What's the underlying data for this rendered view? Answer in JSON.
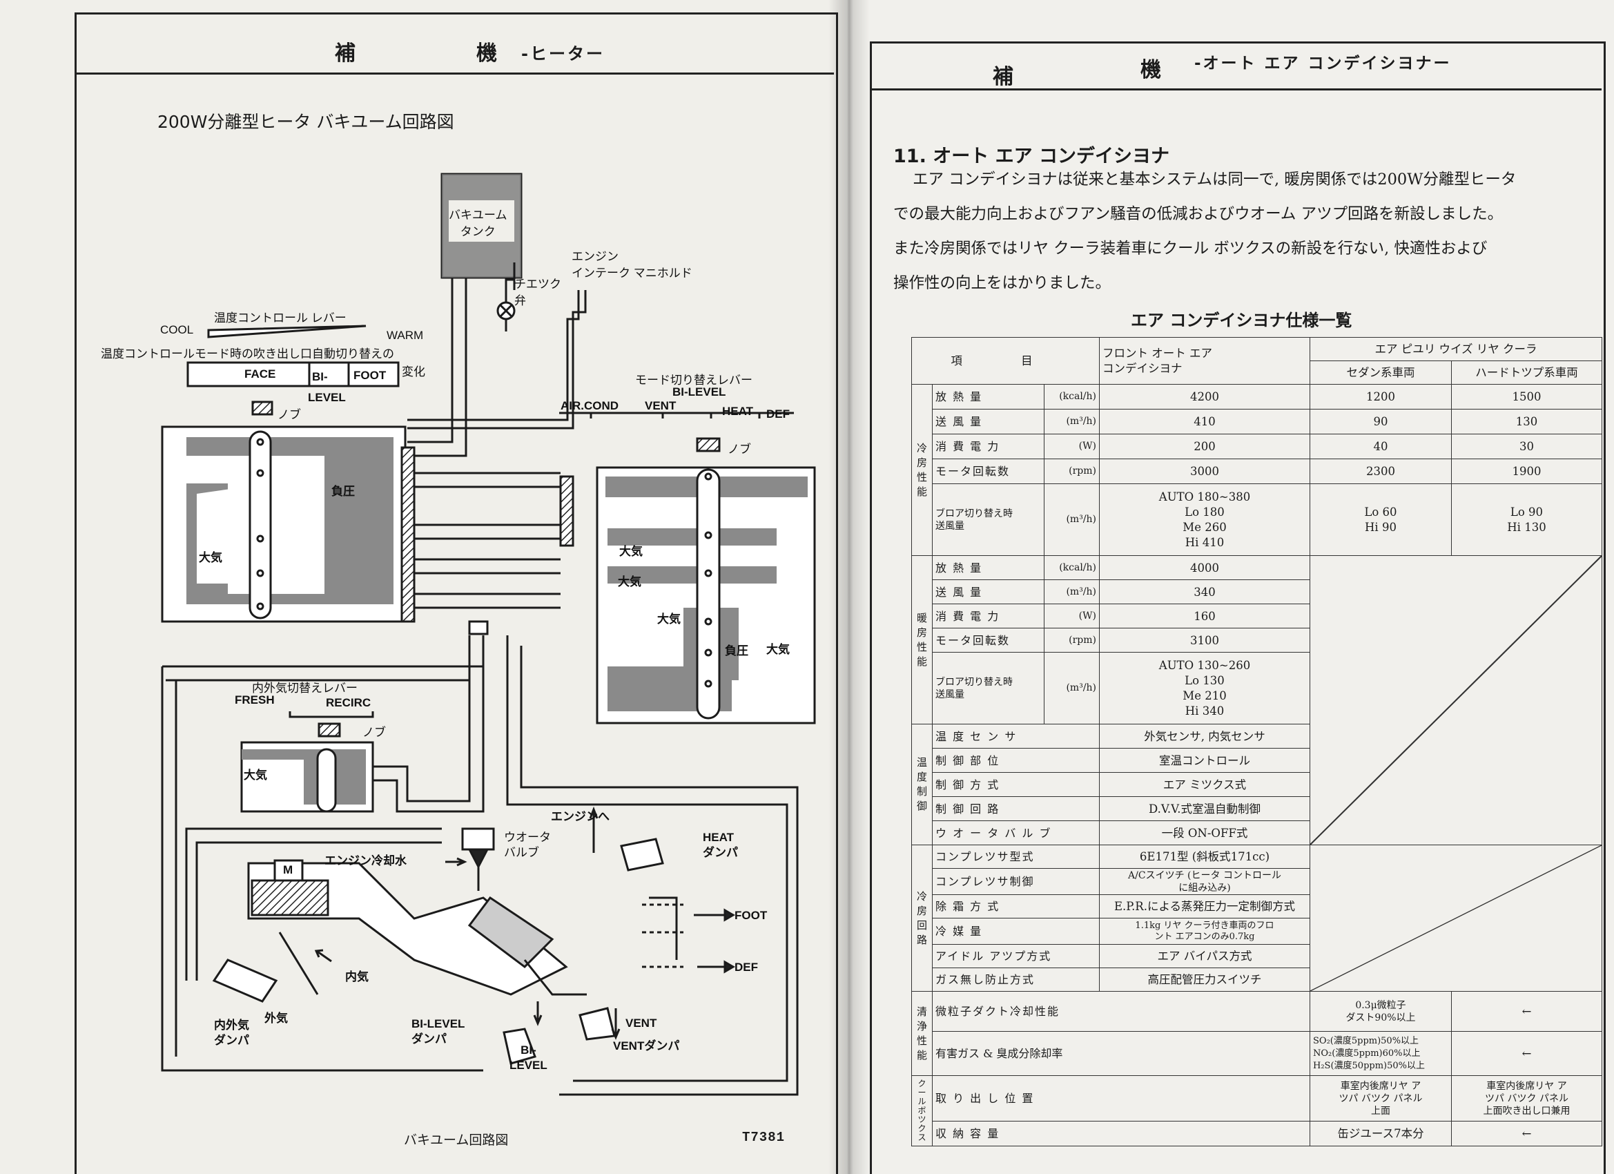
{
  "left": {
    "header": {
      "col1": "補",
      "col2": "機",
      "section": "-ヒーター"
    },
    "diagram_title": "200W分離型ヒータ バキユーム回路図",
    "caption": "バキユーム回路図",
    "figure_number": "T7381",
    "labels": {
      "vacuum_tank": "バキユーム\nタンク",
      "engine_intake": "エンジン\nインテーク マニホルド",
      "check_valve": "チエツク\n弁",
      "temp_lever": "温度コントロール レバー",
      "cool": "COOL",
      "warm": "WARM",
      "auto_switch": "温度コントロールモード時の吹き出し口自動切り替えの",
      "henka": "変化",
      "face": "FACE",
      "bi": "BI-",
      "foot": "FOOT",
      "level": "LEVEL",
      "knob": "ノブ",
      "mode_lever": "モード切り替えレバー",
      "bi_level": "BI-LEVEL",
      "air_cond": "AIR.COND",
      "vent": "VENT",
      "heat": "HEAT",
      "def": "DEF",
      "negative_pressure": "負圧",
      "atmosphere": "大気",
      "recirc_lever": "内外気切替えレバー",
      "fresh": "FRESH",
      "recirc": "RECIRC",
      "to_engine": "エンジンへ",
      "water_valve": "ウオータ\nバルブ",
      "engine_coolant": "エンジン冷却水",
      "heat_damper": "HEAT\nダンパ",
      "foot_arrow": "FOOT",
      "def_arrow": "DEF",
      "motor": "M",
      "inside_air": "内気",
      "outside_air": "外気",
      "recirc_damper": "内外気\nダンパ",
      "bilevel_damper": "BI-LEVEL\nダンパ",
      "bi_level_out": "BI-\nLEVEL",
      "vent_out": "VENT",
      "vent_damper": "VENTダンパ"
    }
  },
  "right": {
    "header": {
      "col1": "補",
      "col2": "機",
      "section": "-オート エア コンデイシヨナー"
    },
    "section_title": "11. オート エア コンデイシヨナ",
    "paragraph": [
      "エア コンデイシヨナは従来と基本システムは同一で, 暖房関係では200W分離型ヒータ",
      "での最大能力向上およびフアン騒音の低減およびウオーム アツプ回路を新設しました。",
      "また冷房関係ではリヤ クーラ装着車にクール ボツクスの新設を行ない, 快適性および",
      "操作性の向上をはかりました。"
    ],
    "table_title": "エア コンデイシヨナ仕様一覧",
    "table": {
      "h_item": "項 目",
      "h_front": "フロント オート エア\nコンデイシヨナ",
      "h_rear": "エア ピユリ ウイズ リヤ クーラ",
      "h_sedan": "セダン系車両",
      "h_hardtop": "ハードトツプ系車両",
      "groups": {
        "cooling": "冷\n房\n性\n能",
        "heating": "暖\n房\n性\n能",
        "temp": "温\n度\n制\n御",
        "cool_circuit": "冷\n房\n回\n路",
        "clean": "清\n浄\n性\n能",
        "coolbox": "ク\nー\nル\nボ\nツ\nク\nス"
      },
      "cooling_rows": [
        {
          "item": "放 熱 量",
          "unit": "(kcal/h)",
          "front": "4200",
          "sedan": "1200",
          "hardtop": "1500"
        },
        {
          "item": "送 風 量",
          "unit": "(m³/h)",
          "front": "410",
          "sedan": "90",
          "hardtop": "130"
        },
        {
          "item": "消 費 電 力",
          "unit": "(W)",
          "front": "200",
          "sedan": "40",
          "hardtop": "30"
        },
        {
          "item": "モータ回転数",
          "unit": "(rpm)",
          "front": "3000",
          "sedan": "2300",
          "hardtop": "1900"
        },
        {
          "item": "ブロア切り替え時\n送風量",
          "unit": "(m³/h)",
          "front": "AUTO 180~380\nLo 180\nMe 260\nHi 410",
          "sedan": "Lo 60\nHi 90",
          "hardtop": "Lo 90\nHi 130"
        }
      ],
      "heating_rows": [
        {
          "item": "放 熱 量",
          "unit": "(kcal/h)",
          "front": "4000"
        },
        {
          "item": "送 風 量",
          "unit": "(m³/h)",
          "front": "340"
        },
        {
          "item": "消 費 電 力",
          "unit": "(W)",
          "front": "160"
        },
        {
          "item": "モータ回転数",
          "unit": "(rpm)",
          "front": "3100"
        },
        {
          "item": "ブロア切り替え時\n送風量",
          "unit": "(m³/h)",
          "front": "AUTO 130~260\nLo 130\nMe 210\nHi 340"
        }
      ],
      "temp_rows": [
        {
          "item": "温 度 セ ン サ",
          "front": "外気センサ, 内気センサ"
        },
        {
          "item": "制 御 部 位",
          "front": "室温コントロール"
        },
        {
          "item": "制 御 方 式",
          "front": "エア ミツクス式"
        },
        {
          "item": "制 御 回 路",
          "front": "D.V.V.式室温自動制御"
        },
        {
          "item": "ウ オ ー タ バ ル ブ",
          "front": "一段 ON-OFF式"
        }
      ],
      "cool_circuit_rows": [
        {
          "item": "コンプレツサ型式",
          "front": "6E171型 (斜板式171cc)"
        },
        {
          "item": "コンプレツサ制御",
          "front": "A/Cスイツチ (ヒータ コントロール\nに組み込み)"
        },
        {
          "item": "除 霜 方 式",
          "front": "E.P.R.による蒸発圧力一定制御方式"
        },
        {
          "item": "冷 媒 量",
          "front": "1.1kg リヤ クーラ付き車両のフロ\nント エアコンのみ0.7kg"
        },
        {
          "item": "アイドル アツプ方式",
          "front": "エア バイパス方式"
        },
        {
          "item": "ガス無し防止方式",
          "front": "高圧配管圧力スイツチ"
        }
      ],
      "clean_rows": [
        {
          "item": "微粒子ダクト冷却性能",
          "sedan": "0.3μ微粒子\nダスト90%以上",
          "hardtop": "←"
        },
        {
          "item": "有害ガス & 臭成分除却率",
          "sedan": "SO₂(濃度5ppm)50%以上\nNO₂(濃度5ppm)60%以上\nH₂S(濃度50ppm)50%以上",
          "hardtop": "←"
        }
      ],
      "coolbox_rows": [
        {
          "item": "取 り 出 し 位 置",
          "sedan": "車室内後席リヤ ア\nツパ バツク パネル\n上面",
          "hardtop": "車室内後席リヤ ア\nツパ バツク パネル\n上面吹き出し口兼用"
        },
        {
          "item": "収 納 容 量",
          "sedan": "缶ジユース7本分",
          "hardtop": "←"
        }
      ]
    }
  }
}
